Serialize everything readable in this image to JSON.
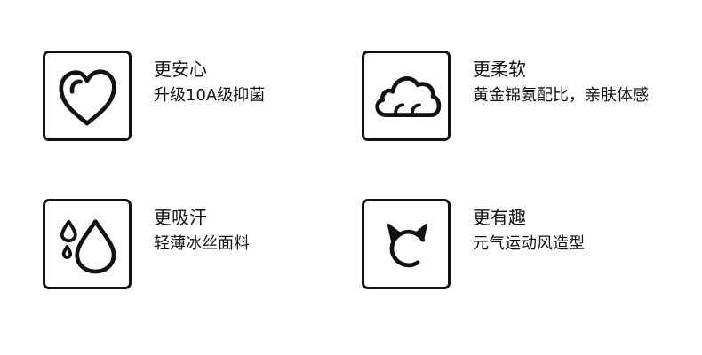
{
  "features": [
    {
      "title": "更安心",
      "subtitle": "升级10A级抑菌",
      "icon": "heart-icon"
    },
    {
      "title": "更柔软",
      "subtitle": "黄金锦氨配比，亲肤体感",
      "icon": "cloud-icon"
    },
    {
      "title": "更吸汗",
      "subtitle": "轻薄冰丝面料",
      "icon": "water-drop-icon"
    },
    {
      "title": "更有趣",
      "subtitle": "元气运动风造型",
      "icon": "cat-ears-icon"
    }
  ],
  "colors": {
    "ink": "#111111",
    "background": "#ffffff"
  }
}
